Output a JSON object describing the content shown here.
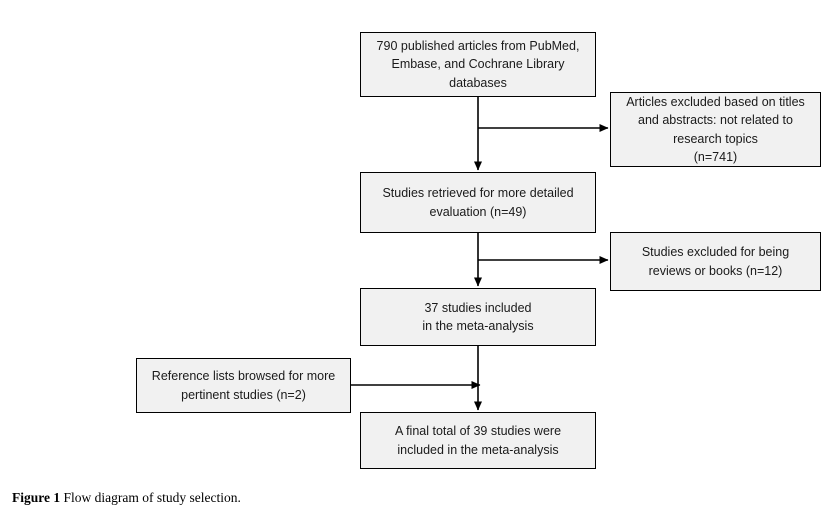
{
  "figure": {
    "caption_label": "Figure 1",
    "caption_text": "Flow diagram of study selection."
  },
  "colors": {
    "node_fill": "#f1f1f1",
    "node_border": "#000000",
    "connector": "#000000",
    "page_background": "#ffffff",
    "text": "#1a1a1a"
  },
  "flow": {
    "nodes": [
      {
        "id": "sources",
        "text": "790 published articles from PubMed,\nEmbase, and Cochrane Library\ndatabases",
        "count": 790
      },
      {
        "id": "excluded-titles",
        "text": "Articles excluded based on titles\nand abstracts: not related to\nresearch topics\n(n=741)",
        "count": 741
      },
      {
        "id": "retrieved",
        "text": "Studies retrieved for more detailed\nevaluation (n=49)",
        "count": 49
      },
      {
        "id": "excluded-reviews",
        "text": "Studies excluded for being\nreviews or books (n=12)",
        "count": 12
      },
      {
        "id": "included",
        "text": "37 studies included\nin the meta-analysis",
        "count": 37
      },
      {
        "id": "reference-lists",
        "text": "Reference lists browsed for more\npertinent studies (n=2)",
        "count": 2
      },
      {
        "id": "final",
        "text": "A final total of 39 studies were\nincluded in the meta-analysis",
        "count": 39
      }
    ],
    "connectors": [
      {
        "id": "sources-to-retrieved",
        "from": "sources",
        "to": "retrieved",
        "direction": "down"
      },
      {
        "id": "sources-to-excluded-titles",
        "from": "sources",
        "to": "excluded-titles",
        "direction": "right"
      },
      {
        "id": "retrieved-to-included",
        "from": "retrieved",
        "to": "included",
        "direction": "down"
      },
      {
        "id": "retrieved-to-excluded-reviews",
        "from": "retrieved",
        "to": "excluded-reviews",
        "direction": "right"
      },
      {
        "id": "included-to-final",
        "from": "included",
        "to": "final",
        "direction": "down"
      },
      {
        "id": "reference-lists-to-final",
        "from": "reference-lists",
        "to": "final",
        "direction": "right"
      }
    ]
  }
}
